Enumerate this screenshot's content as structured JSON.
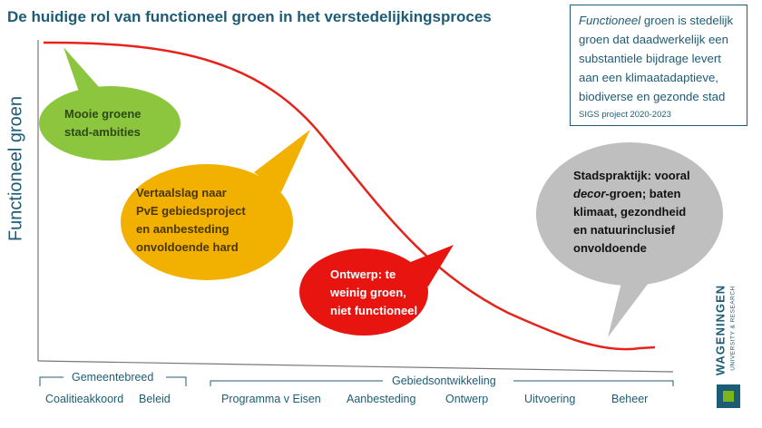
{
  "title": "De huidige rol van functioneel groen in het verstedelijkingsproces",
  "definition": {
    "italic": "Functioneel",
    "rest": " groen is stedelijk groen dat daadwerkelijk een substantiele bijdrage levert aan een klimaatadaptieve, biodiverse en gezonde stad",
    "source": "SIGS project 2020-2023"
  },
  "ylabel": "Functioneel groen",
  "bubbles": [
    {
      "lines": [
        "Mooie groene",
        "stad-ambities"
      ],
      "color": "#8cc63f",
      "text_color": "#2e4a12"
    },
    {
      "lines": [
        "Vertaalslag naar",
        "PvE gebiedsproject",
        "en aanbesteding",
        "onvoldoende hard"
      ],
      "color": "#f2b100",
      "text_color": "#4a3600"
    },
    {
      "lines": [
        "Ontwerp: te",
        "weinig groen,",
        "niet functioneel"
      ],
      "color": "#e8140f",
      "text_color": "#ffffff"
    },
    {
      "lines": [
        "Stadspraktijk: vooral",
        "decor-groen; baten",
        "klimaat, gezondheid",
        "en natuurinclusief",
        "onvoldoende"
      ],
      "italic_word": "decor",
      "color": "#bfbfbf",
      "text_color": "#111111"
    }
  ],
  "axis": {
    "group1": "Gemeentebreed",
    "group2": "Gebiedsontwikkeling",
    "phases": [
      "Coalitieakkoord",
      "Beleid",
      "Programma v Eisen",
      "Aanbesteding",
      "Ontwerp",
      "Uitvoering",
      "Beheer"
    ]
  },
  "logo": {
    "name": "WAGENINGEN",
    "sub": "UNIVERSITY & RESEARCH"
  },
  "colors": {
    "curve": "#e5231b",
    "text": "#1d5c75"
  }
}
